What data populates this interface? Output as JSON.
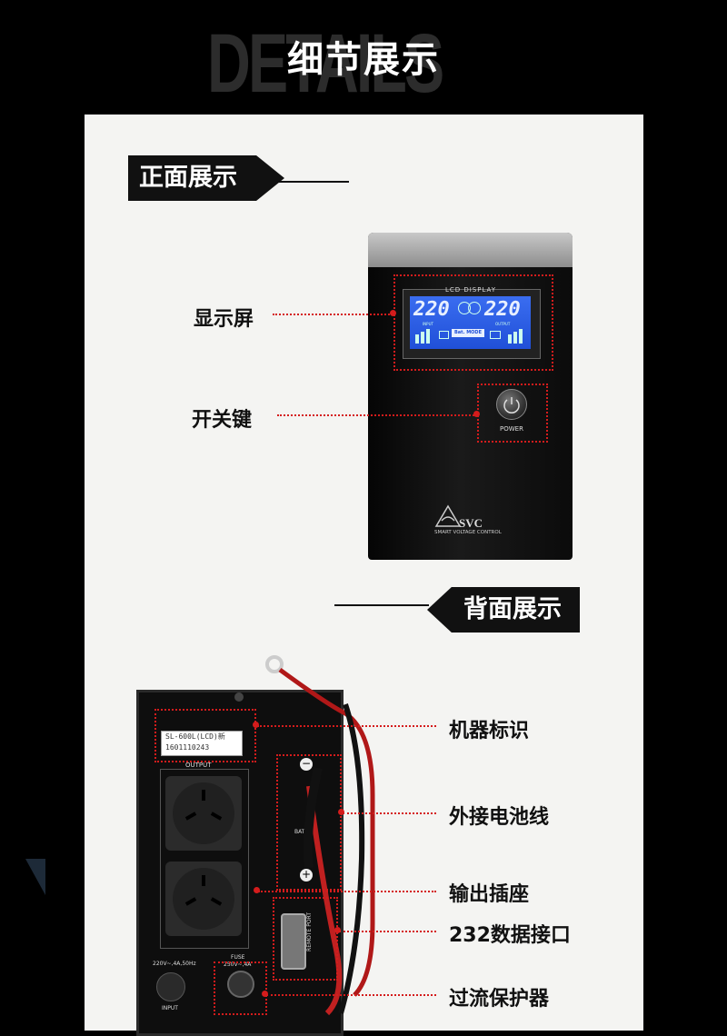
{
  "header": {
    "background_word": "DETAILS",
    "title": "细节展示"
  },
  "front": {
    "tag": "正面展示",
    "labels": {
      "display": "显示屏",
      "power_key": "开关键"
    },
    "device": {
      "lcd_title": "LCD DISPLAY",
      "input_value": "220",
      "output_value": "220",
      "input_caption": "INPUT",
      "output_caption": "OUTPUT",
      "mode_caption": "Bat. MODE",
      "power_caption": "POWER",
      "brand": "SVC",
      "brand_sub": "SMART VOLTAGE CONTROL"
    }
  },
  "back": {
    "tag": "背面展示",
    "labels": {
      "id_label": "机器标识",
      "battery_cable": "外接电池线",
      "output_socket": "输出插座",
      "rs232_port": "232数据接口",
      "overcurrent": "过流保护器"
    },
    "device": {
      "sticker_model": "SL-600L(LCD)新",
      "sticker_serial": "1601110243",
      "output_caption": "OUTPUT",
      "input_rating": "220V~,4A,50Hz",
      "fuse_caption": "FUSE",
      "fuse_rating": "250V~,4A",
      "input_caption": "INPUT",
      "remote_caption": "REMOTE PORT",
      "bat_caption": "BAT"
    }
  },
  "colors": {
    "page_bg": "#000000",
    "panel_bg": "#f4f4f2",
    "accent_red": "#d41c1c",
    "lcd_blue": "#2f62e6"
  }
}
